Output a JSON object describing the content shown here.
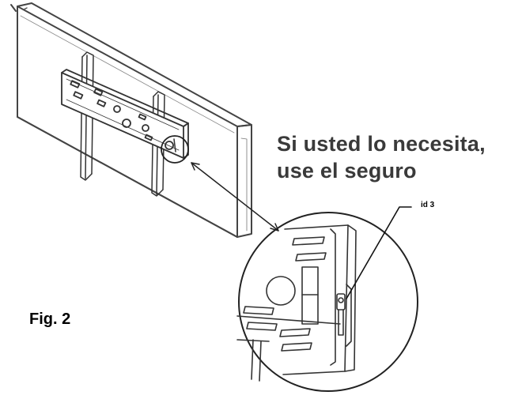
{
  "caption": {
    "line1": "Si usted lo necesita,",
    "line2": "use el seguro"
  },
  "figure_label": "Fig. 2",
  "callout_label": "id 3",
  "colors": {
    "ink": "#000000",
    "caption_text": "#3a3a3a",
    "panel_stroke": "#4a4a4a"
  }
}
